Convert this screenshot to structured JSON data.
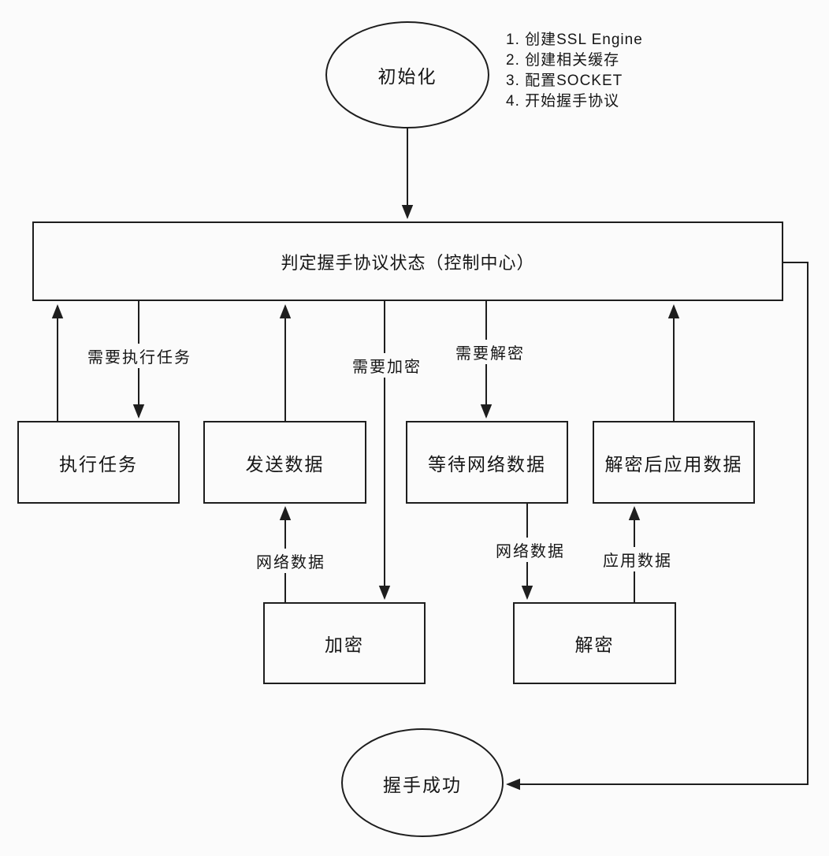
{
  "diagram": {
    "type": "flowchart",
    "subject": "SSL handshake state machine",
    "colors": {
      "background": "#fbfbfb",
      "line": "#1e1e1e",
      "text": "#161616"
    },
    "notes": [
      "1. 创建SSL Engine",
      "2. 创建相关缓存",
      "3. 配置SOCKET",
      "4. 开始握手协议"
    ],
    "nodes": {
      "init": {
        "label": "初始化",
        "shape": "ellipse"
      },
      "control": {
        "label": "判定握手协议状态（控制中心）",
        "shape": "rect"
      },
      "exec": {
        "label": "执行任务",
        "shape": "rect"
      },
      "send": {
        "label": "发送数据",
        "shape": "rect"
      },
      "wait": {
        "label": "等待网络数据",
        "shape": "rect"
      },
      "decrypted": {
        "label": "解密后应用数据",
        "shape": "rect"
      },
      "encrypt": {
        "label": "加密",
        "shape": "rect"
      },
      "decrypt": {
        "label": "解密",
        "shape": "rect"
      },
      "success": {
        "label": "握手成功",
        "shape": "ellipse"
      }
    },
    "edges": {
      "need_exec": {
        "label": "需要执行任务",
        "from": "control",
        "to": "exec"
      },
      "need_encrypt": {
        "label": "需要加密",
        "from": "control",
        "to": "encrypt"
      },
      "need_decrypt": {
        "label": "需要解密",
        "from": "control",
        "to": "wait"
      },
      "net_data_to_send": {
        "label": "网络数据",
        "from": "encrypt",
        "to": "send"
      },
      "net_data_to_decrypt": {
        "label": "网络数据",
        "from": "wait",
        "to": "decrypt"
      },
      "app_data": {
        "label": "应用数据",
        "from": "decrypt",
        "to": "decrypted"
      }
    }
  }
}
